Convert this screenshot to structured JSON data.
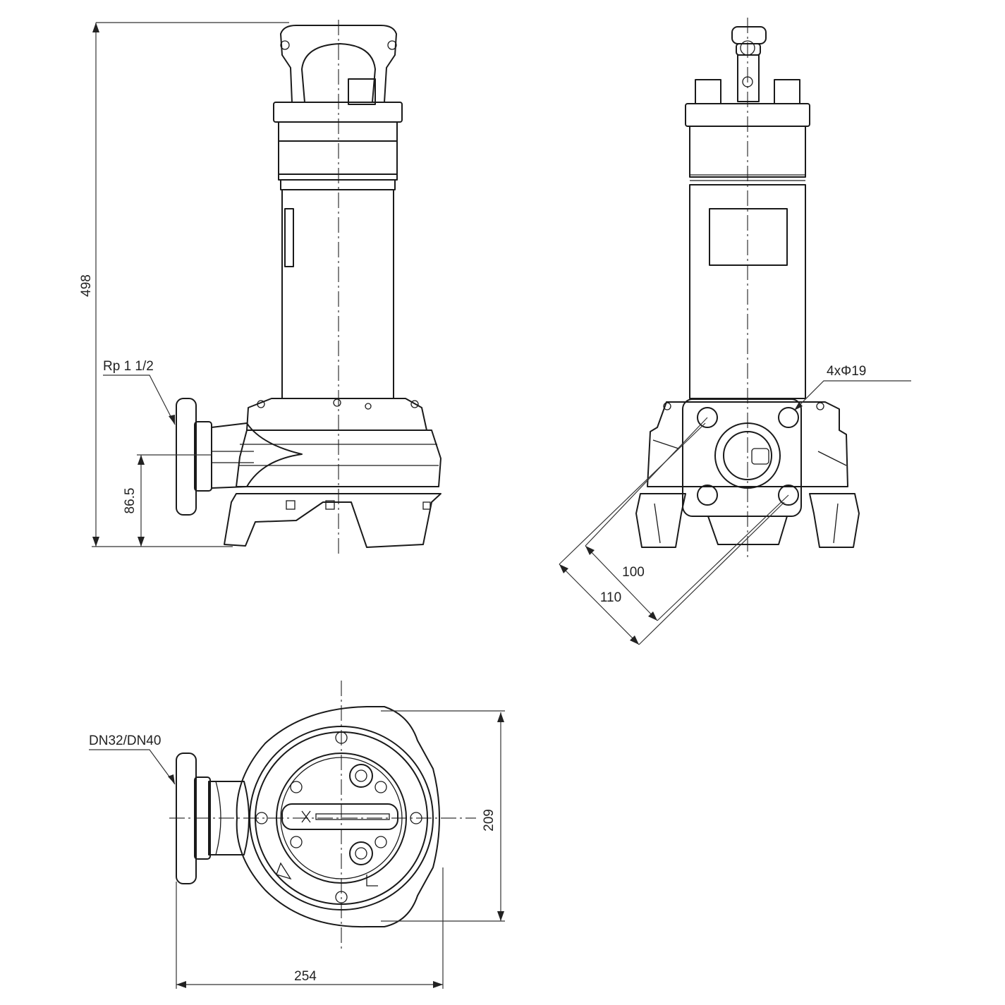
{
  "labels": {
    "height_total": "498",
    "discharge_height": "86.5",
    "outlet_thread": "Rp 1 1/2",
    "holes": "4xΦ19",
    "bolt_circle_inner": "100",
    "bolt_circle_outer": "110",
    "flange": "DN32/DN40",
    "depth": "209",
    "width": "254"
  },
  "views": [
    "side-view",
    "front-view",
    "top-view"
  ],
  "colors": {
    "line": "#1a1a1a",
    "background": "#ffffff"
  }
}
